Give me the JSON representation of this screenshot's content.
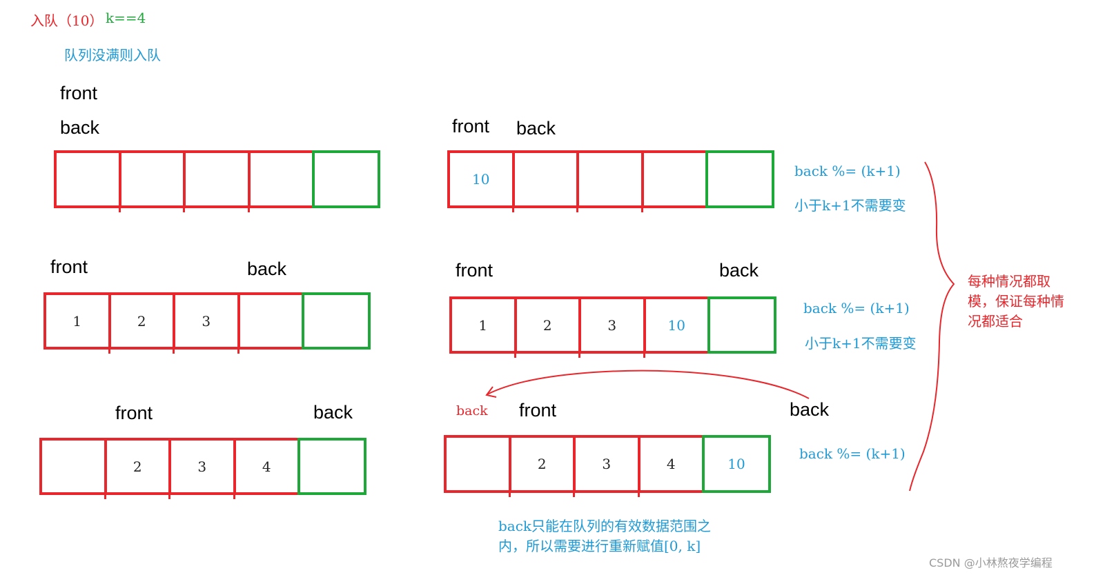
{
  "header": {
    "title": "入队（10）",
    "condition": "k==4",
    "subtitle": "队列没满则入队"
  },
  "pointer_labels": {
    "front": "front",
    "back": "back",
    "back_small": "back"
  },
  "queues": [
    {
      "id": "q1",
      "cells": [
        "",
        "",
        "",
        "",
        ""
      ]
    },
    {
      "id": "q2",
      "cells": [
        "1",
        "2",
        "3",
        "",
        ""
      ]
    },
    {
      "id": "q3",
      "cells": [
        "",
        "2",
        "3",
        "4",
        ""
      ]
    },
    {
      "id": "q4",
      "cells": [
        "10",
        "",
        "",
        "",
        ""
      ]
    },
    {
      "id": "q5",
      "cells": [
        "1",
        "2",
        "3",
        "10",
        ""
      ]
    },
    {
      "id": "q6",
      "cells": [
        "",
        "2",
        "3",
        "4",
        "10"
      ]
    }
  ],
  "notes": {
    "formula": "back %= (k+1)",
    "no_change": "小于k+1不需要变",
    "summary": "每种情况都取模，保证每种情况都适合",
    "range_line1": "back只能在队列的有效数据范围之",
    "range_line2": "内，所以需要进行重新赋值[0, k]"
  },
  "watermark": "CSDN @小林熬夜学编程",
  "colors": {
    "red": "#e8262b",
    "green": "#1fa83a",
    "blue": "#1e9ad6"
  }
}
